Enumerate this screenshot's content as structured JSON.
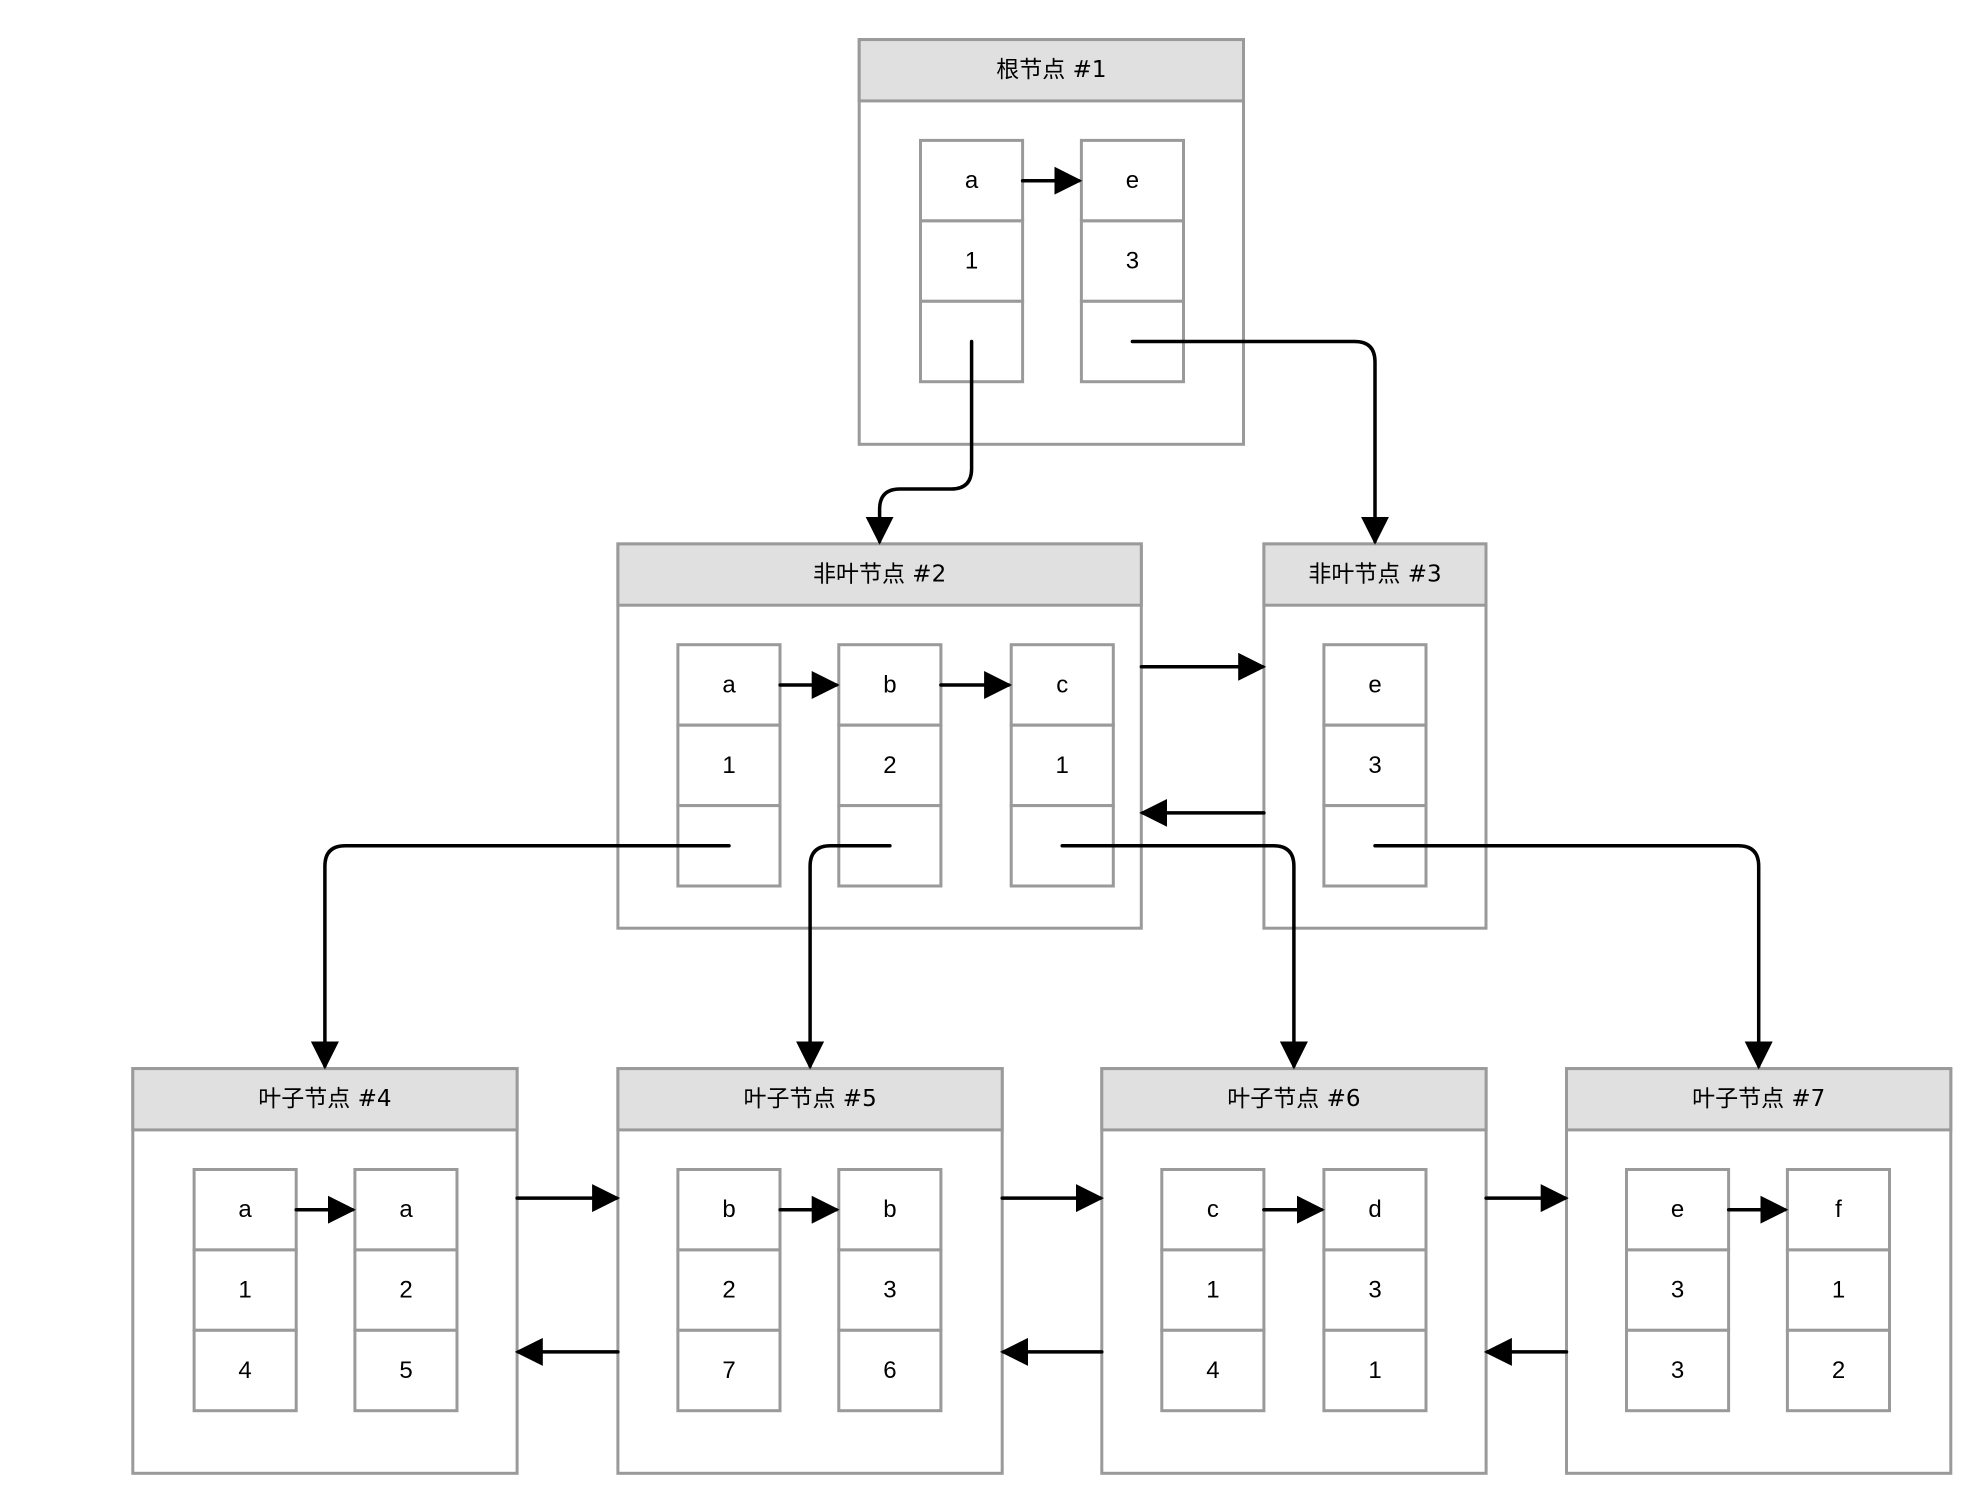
{
  "nodes": {
    "n1": {
      "title": "根节点 #1",
      "entries": [
        [
          "a",
          "1",
          ""
        ],
        [
          "e",
          "3",
          ""
        ]
      ]
    },
    "n2": {
      "title": "非叶节点 #2",
      "entries": [
        [
          "a",
          "1",
          ""
        ],
        [
          "b",
          "2",
          ""
        ],
        [
          "c",
          "1",
          ""
        ]
      ]
    },
    "n3": {
      "title": "非叶节点 #3",
      "entries": [
        [
          "e",
          "3",
          ""
        ]
      ]
    },
    "n4": {
      "title": "叶子节点 #4",
      "entries": [
        [
          "a",
          "1",
          "4"
        ],
        [
          "a",
          "2",
          "5"
        ]
      ]
    },
    "n5": {
      "title": "叶子节点 #5",
      "entries": [
        [
          "b",
          "2",
          "7"
        ],
        [
          "b",
          "3",
          "6"
        ]
      ]
    },
    "n6": {
      "title": "叶子节点 #6",
      "entries": [
        [
          "c",
          "1",
          "4"
        ],
        [
          "d",
          "3",
          "1"
        ]
      ]
    },
    "n7": {
      "title": "叶子节点 #7",
      "entries": [
        [
          "e",
          "3",
          "3"
        ],
        [
          "f",
          "1",
          "2"
        ]
      ]
    }
  },
  "edges": {
    "child_pointers": [
      [
        "n1.0",
        "n2"
      ],
      [
        "n1.1",
        "n3"
      ],
      [
        "n2.0",
        "n4"
      ],
      [
        "n2.1",
        "n5"
      ],
      [
        "n2.2",
        "n6"
      ],
      [
        "n3.0",
        "n7"
      ]
    ],
    "sibling_forward": [
      [
        "n2",
        "n3"
      ],
      [
        "n4",
        "n5"
      ],
      [
        "n5",
        "n6"
      ],
      [
        "n6",
        "n7"
      ]
    ],
    "sibling_backward": [
      [
        "n3",
        "n2"
      ],
      [
        "n5",
        "n4"
      ],
      [
        "n6",
        "n5"
      ],
      [
        "n7",
        "n6"
      ]
    ]
  }
}
